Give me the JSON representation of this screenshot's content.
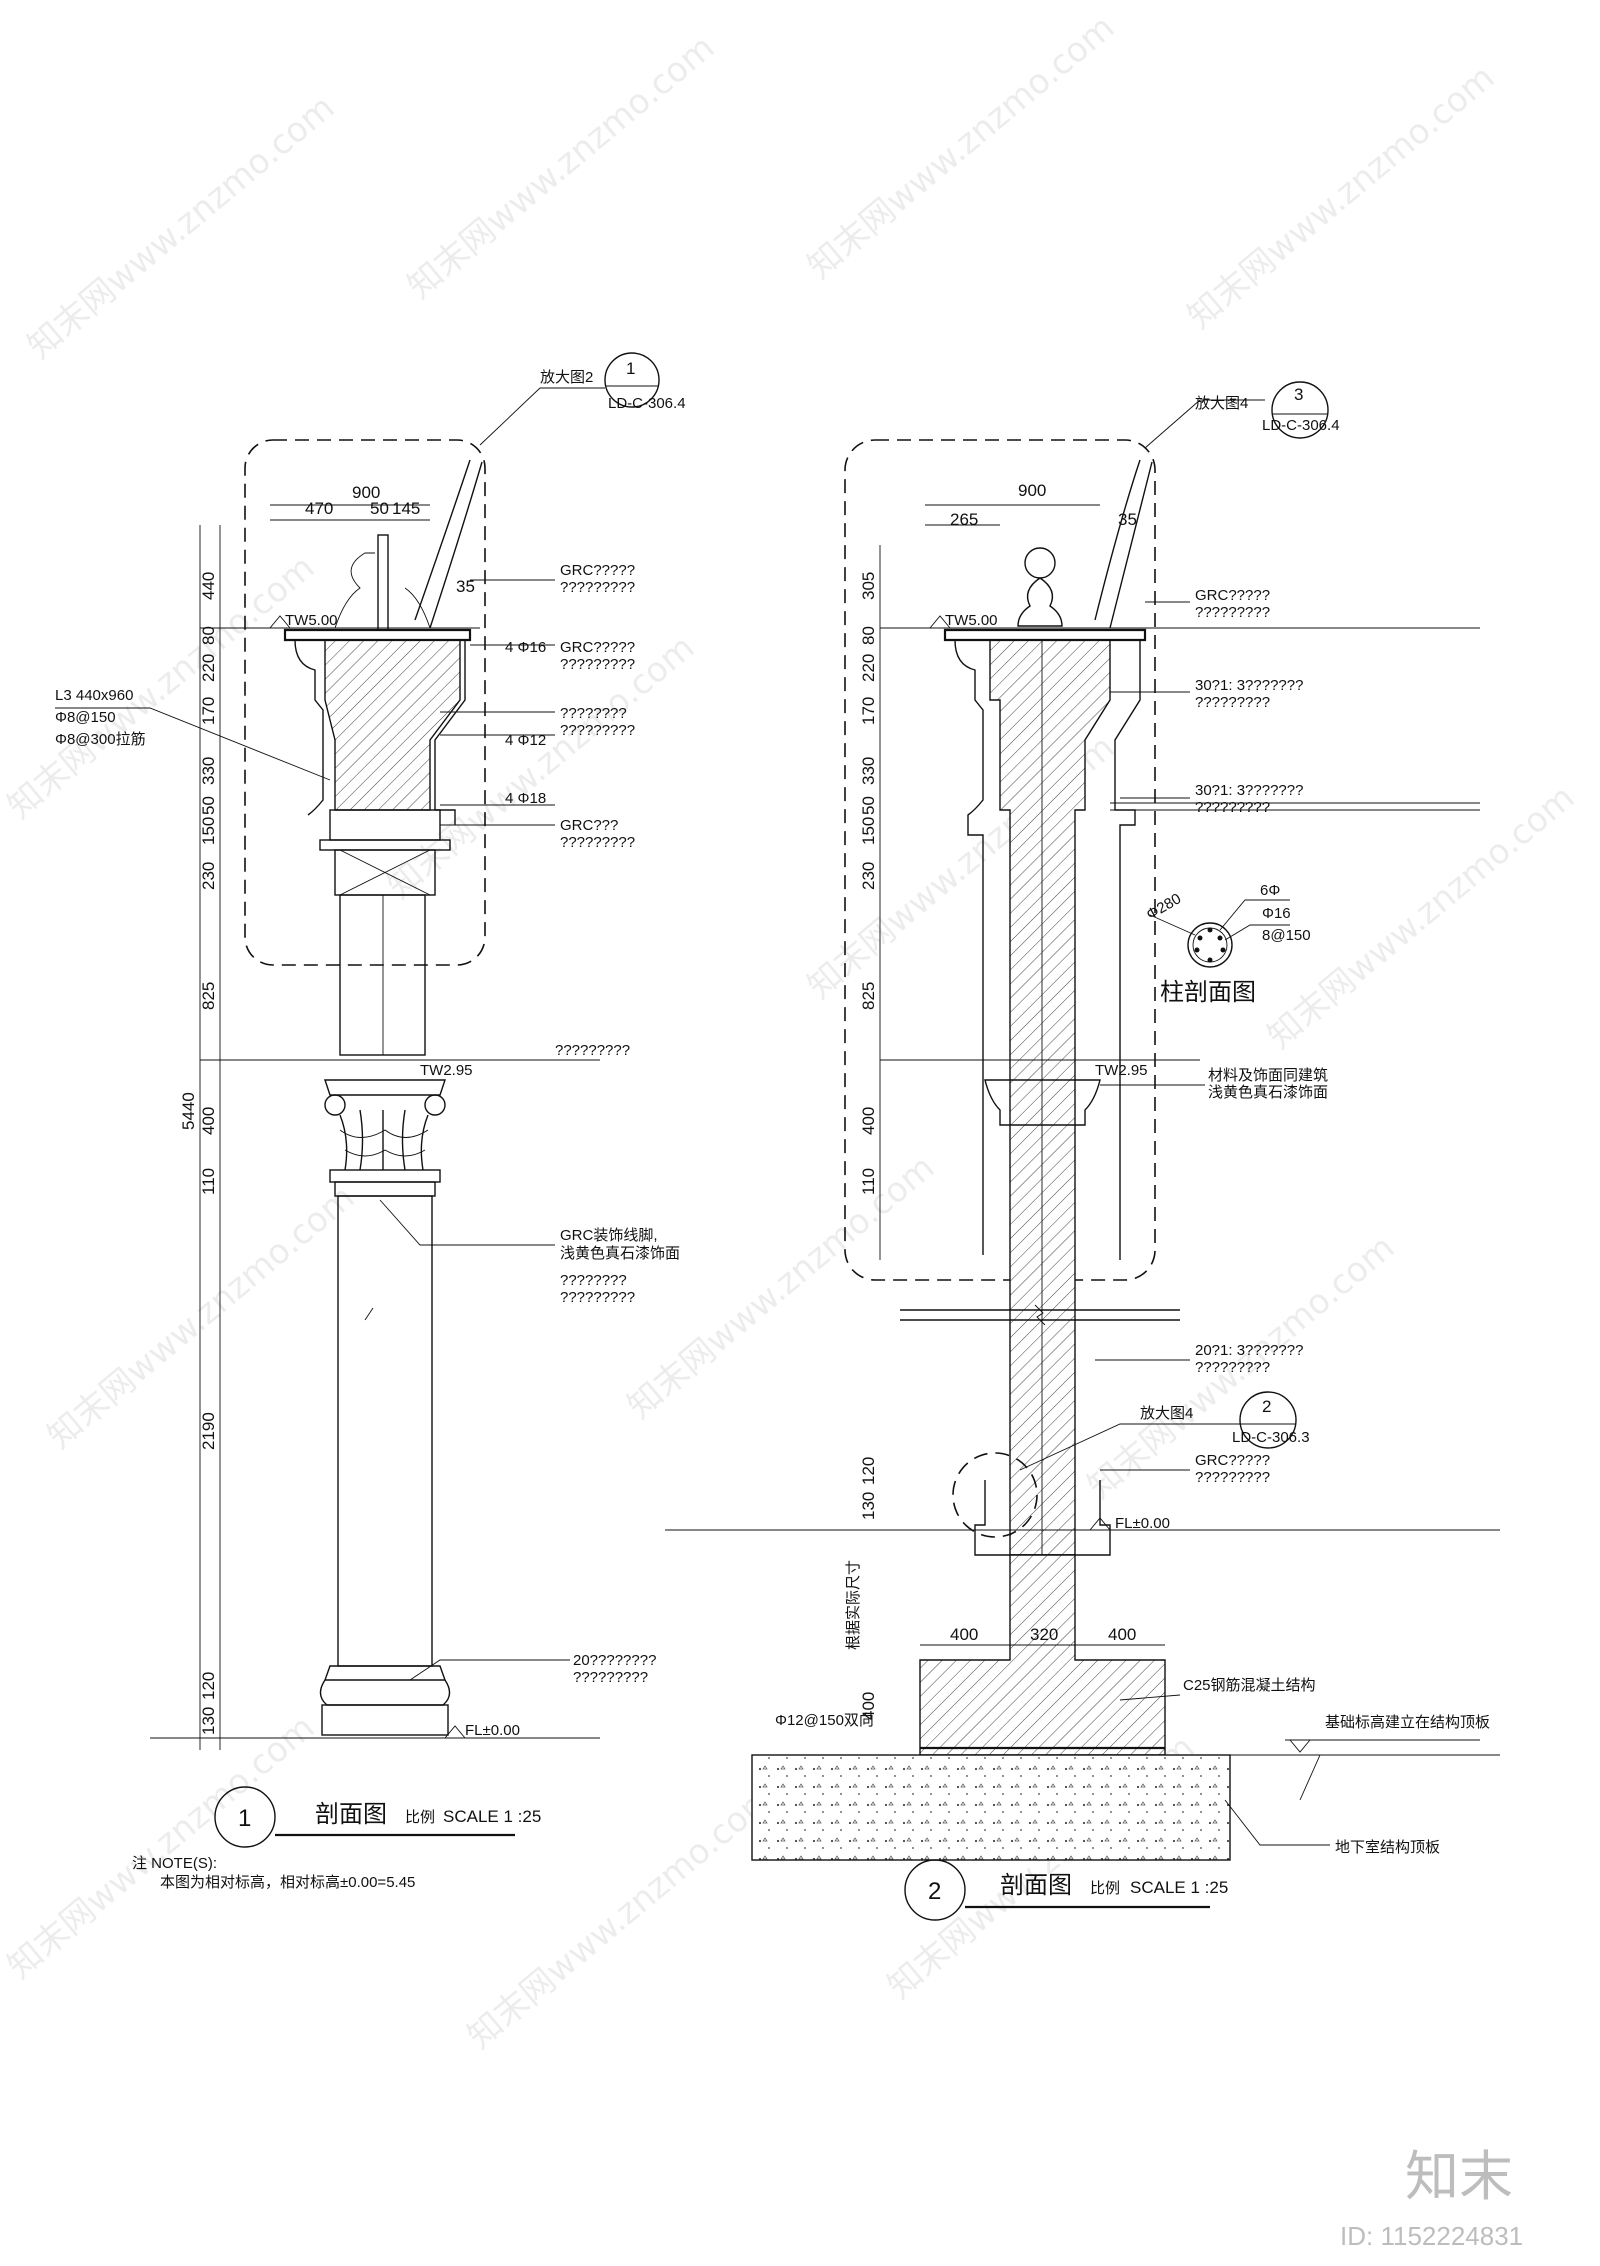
{
  "drawing": {
    "view1": {
      "callout_num": "1",
      "callout_ref": "LD-C-306.4",
      "callout_label": "放大图2",
      "dims_top": [
        "900",
        "470",
        "50",
        "145",
        "35"
      ],
      "dims_left": [
        "440",
        "80",
        "220",
        "170",
        "330",
        "50",
        "150",
        "230",
        "825",
        "5440",
        "400",
        "110",
        "2190",
        "130",
        "120"
      ],
      "elev_tw5": "TW5.00",
      "elev_tw295": "TW2.95",
      "elev_fl": "FL±0.00",
      "beam_label": [
        "L3  440x960",
        "Φ8@150",
        "Φ8@300拉筋"
      ],
      "rebar_labels": [
        "4 Φ16",
        "4 Φ12",
        "4 Φ18"
      ],
      "notes": [
        "GRC?????",
        "?????????",
        "GRC?????",
        "?????????",
        "????????",
        "?????????",
        "GRC???",
        "?????????",
        "?????????",
        "GRC装饰线脚,",
        "浅黄色真石漆饰面",
        "????????",
        "?????????",
        "20????????",
        "?????????"
      ],
      "title_num": "1",
      "title": "剖面图",
      "scale_label": "比例",
      "scale": "SCALE 1 :25",
      "note_head": "注  NOTE(S):",
      "note_body": "本图为相对标高，相对标高±0.00=5.45"
    },
    "view2": {
      "callout_num": "3",
      "callout_ref": "LD-C-306.4",
      "callout_label": "放大图4",
      "callout2_num": "2",
      "callout2_ref": "LD-C-306.3",
      "callout2_label": "放大图4",
      "dims_top": [
        "900",
        "265",
        "35"
      ],
      "dims_left": [
        "305",
        "80",
        "220",
        "170",
        "330",
        "50",
        "150",
        "230",
        "825",
        "400",
        "110",
        "130",
        "120",
        "400"
      ],
      "dims_base": [
        "400",
        "320",
        "400"
      ],
      "elev_tw5": "TW5.00",
      "elev_tw295": "TW2.95",
      "elev_fl": "FL±0.00",
      "section_title": "柱剖面图",
      "section_labels": [
        "Φ280",
        "6Φ",
        "Φ16",
        "8@150"
      ],
      "notes": [
        "GRC?????",
        "?????????",
        "30?1: 3???????",
        "?????????",
        "30?1: 3???????",
        "?????????",
        "材料及饰面同建筑",
        "浅黄色真石漆饰面",
        "20?1: 3???????",
        "?????????",
        "GRC?????",
        "?????????",
        "C25钢筋混凝土结构",
        "基础标高建立在结构顶板",
        "地下室结构顶板"
      ],
      "side_note": "根据实际尺寸",
      "rebar_base": "Φ12@150双向",
      "title_num": "2",
      "title": "剖面图",
      "scale_label": "比例",
      "scale": "SCALE 1 :25"
    },
    "watermark": "知末网www.znzmo.com",
    "logo": "知末",
    "id_text": "ID: 1152224831"
  }
}
